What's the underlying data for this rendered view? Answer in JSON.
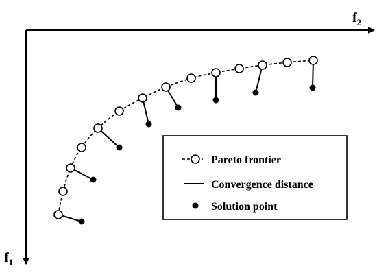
{
  "axes": {
    "f2": {
      "main": "f",
      "sub": "2"
    },
    "f1": {
      "main": "f",
      "sub": "1"
    }
  },
  "legend": {
    "pareto": "Pareto frontier",
    "convergence": "Convergence distance",
    "solution": "Solution point"
  },
  "colors": {
    "ink": "#000000",
    "background": "#ffffff"
  }
}
